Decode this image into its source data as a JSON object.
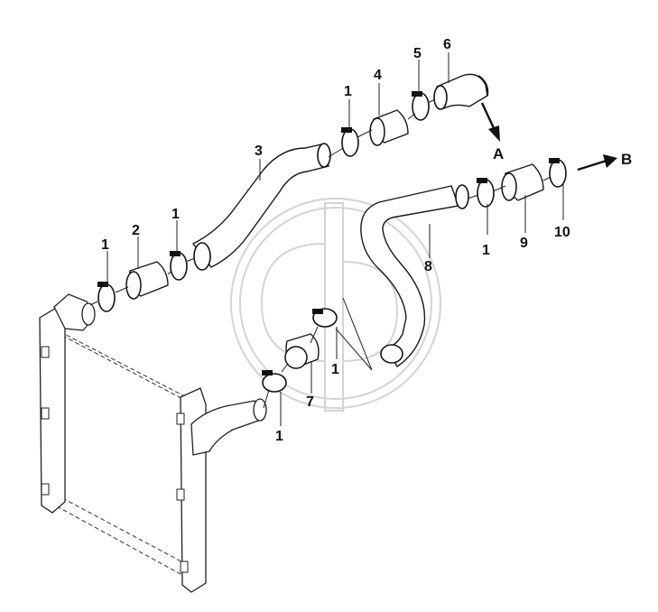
{
  "callouts": [
    {
      "id": "c1a",
      "text": "1"
    },
    {
      "id": "c2",
      "text": "2"
    },
    {
      "id": "c1b",
      "text": "1"
    },
    {
      "id": "c3",
      "text": "3"
    },
    {
      "id": "c1c",
      "text": "1"
    },
    {
      "id": "c4",
      "text": "4"
    },
    {
      "id": "c5",
      "text": "5"
    },
    {
      "id": "c6",
      "text": "6"
    },
    {
      "id": "cA",
      "text": "A"
    },
    {
      "id": "cB",
      "text": "B"
    },
    {
      "id": "c1d",
      "text": "1"
    },
    {
      "id": "c8",
      "text": "8"
    },
    {
      "id": "c9",
      "text": "9"
    },
    {
      "id": "c10",
      "text": "10"
    },
    {
      "id": "c1e",
      "text": "1"
    },
    {
      "id": "c7",
      "text": "7"
    },
    {
      "id": "c1f",
      "text": "1"
    }
  ]
}
